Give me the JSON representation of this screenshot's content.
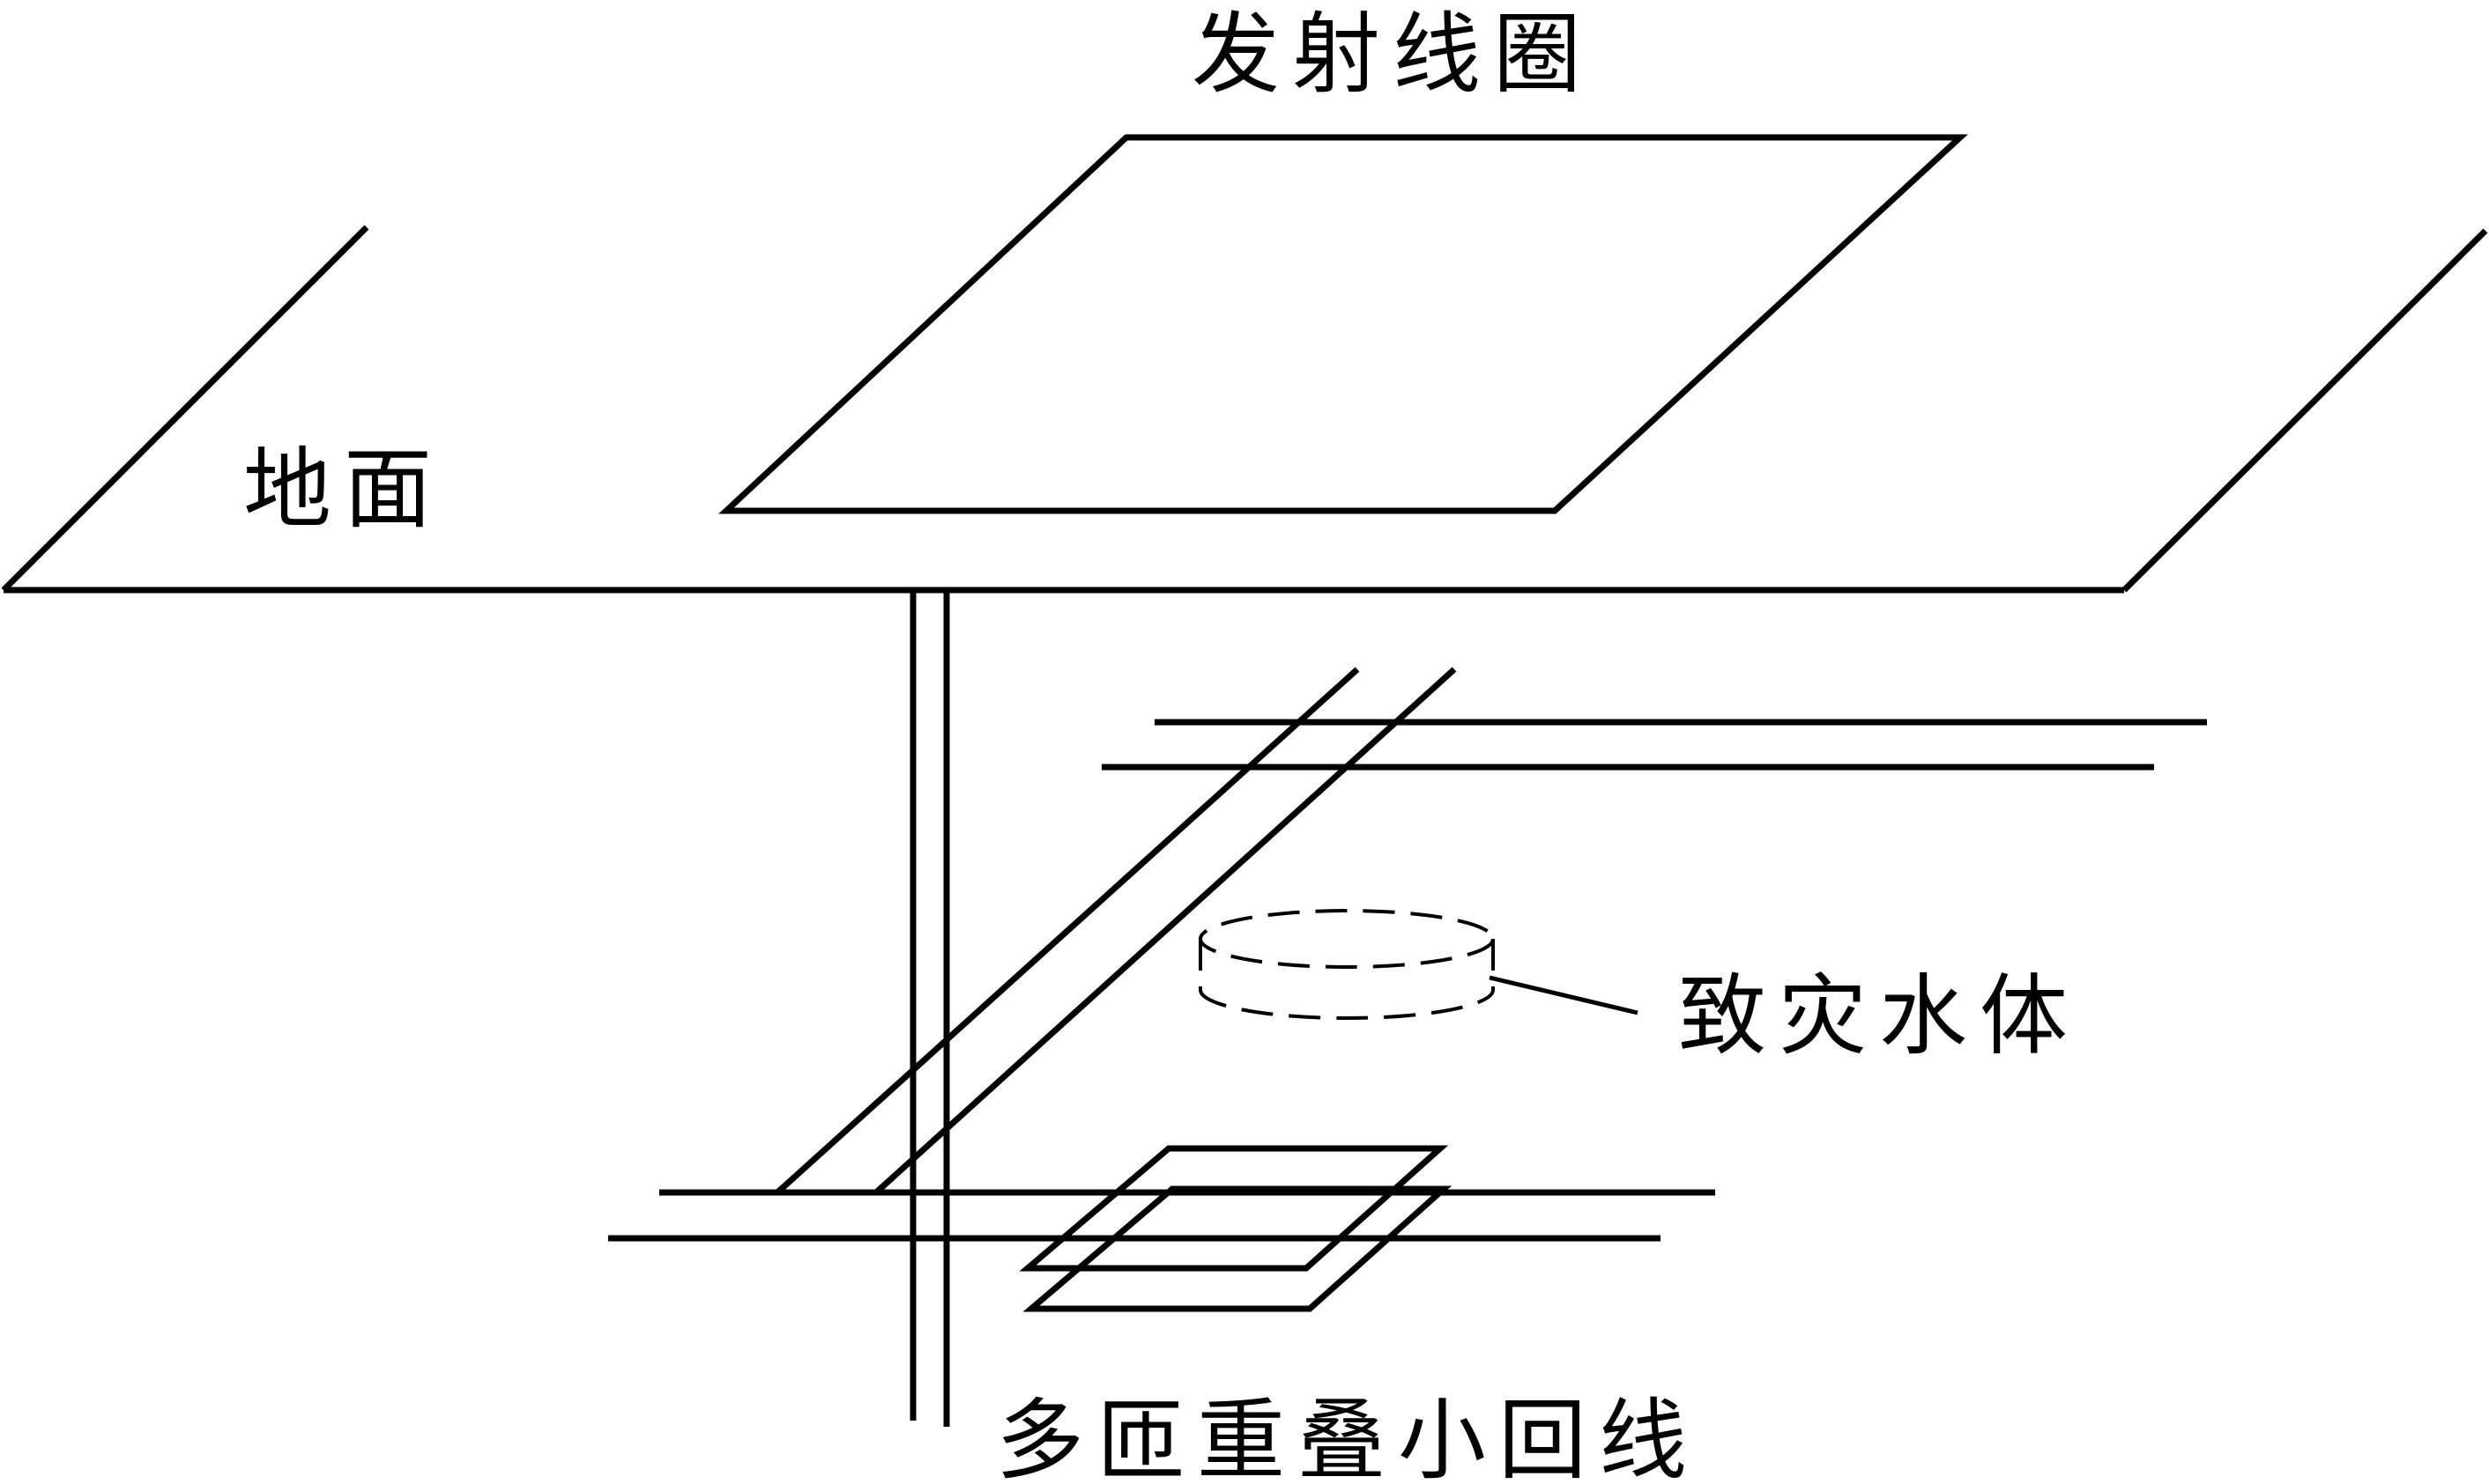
{
  "labels": {
    "transmit_coil": "发射线圈",
    "ground": "地面",
    "water_body": "致灾水体",
    "receiver_loops": "多匝重叠小回线"
  }
}
